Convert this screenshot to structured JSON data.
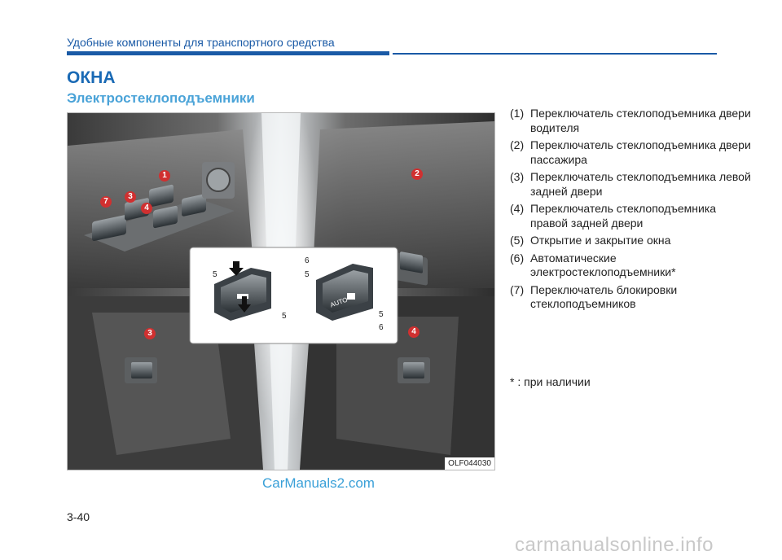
{
  "header": {
    "title": "Удобные компоненты для транспортного средства"
  },
  "section": {
    "title": "ОКНА",
    "subtitle": "Электростеклоподъемники"
  },
  "figure": {
    "code": "OLF044030",
    "callouts": [
      "1",
      "2",
      "3",
      "4",
      "7",
      "3",
      "4"
    ],
    "inset_labels": [
      "5",
      "5",
      "6",
      "5",
      "5",
      "6"
    ],
    "auto_label": "AUTO"
  },
  "items": [
    {
      "num": "(1)",
      "text": "Переключатель стеклоподъемника двери водителя"
    },
    {
      "num": "(2)",
      "text": "Переключатель стеклоподъемника двери пассажира"
    },
    {
      "num": "(3)",
      "text": "Переключатель стеклоподъемника левой задней двери"
    },
    {
      "num": "(4)",
      "text": "Переключатель стеклоподъемника правой задней двери"
    },
    {
      "num": "(5)",
      "text": "Открытие и закрытие окна"
    },
    {
      "num": "(6)",
      "text": "Автоматические электростеклоподъемники*"
    },
    {
      "num": "(7)",
      "text": "Переключатель блокировки стеклоподъемников"
    }
  ],
  "footnote": "* : при наличии",
  "watermark": "CarManuals2.com",
  "page_number": "3-40",
  "site_watermark": "carmanualsonline.info",
  "colors": {
    "accent": "#1a5aa6",
    "subtitle": "#4aa3d8",
    "watermark": "#3aa0d8"
  }
}
